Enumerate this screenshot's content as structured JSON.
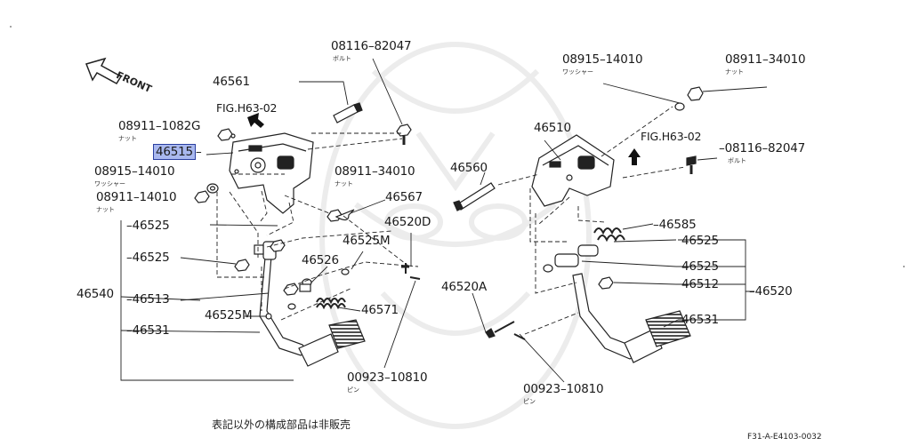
{
  "diagram": {
    "front_label": "FRONT",
    "note": "表記以外の構成部品は非販売",
    "drawing_code": "F31-A-E4103-0032",
    "parts": {
      "p08116_82047_a": {
        "num": "08116–82047",
        "sub": "ボルト"
      },
      "p46561": {
        "num": "46561"
      },
      "fig_h63_02_a": {
        "num": "FIG.H63-02"
      },
      "p08911_1082g": {
        "num": "08911–1082G",
        "sub": "ナット"
      },
      "p46515": {
        "num": "46515"
      },
      "p08915_14010_a": {
        "num": "08915–14010",
        "sub": "ワッシャー"
      },
      "p08911_14010": {
        "num": "08911–14010",
        "sub": "ナット"
      },
      "p08911_34010_a": {
        "num": "08911–34010",
        "sub": "ナット"
      },
      "p46567": {
        "num": "46567"
      },
      "p46520d": {
        "num": "46520D"
      },
      "p46525_l1": {
        "num": "46525"
      },
      "p46525m_a": {
        "num": "46525M"
      },
      "p46525_l2": {
        "num": "46525"
      },
      "p46526": {
        "num": "46526"
      },
      "p46540": {
        "num": "46540"
      },
      "p46513": {
        "num": "46513"
      },
      "p46525m_b": {
        "num": "46525M"
      },
      "p46571": {
        "num": "46571"
      },
      "p46531_l": {
        "num": "46531"
      },
      "p00923_10810_a": {
        "num": "00923–10810",
        "sub": "ピン"
      },
      "p08915_14010_b": {
        "num": "08915–14010",
        "sub": "ワッシャー"
      },
      "p08911_34010_b": {
        "num": "08911–34010",
        "sub": "ナット"
      },
      "p46510": {
        "num": "46510"
      },
      "fig_h63_02_b": {
        "num": "FIG.H63-02"
      },
      "p08116_82047_b": {
        "num": "08116–82047",
        "sub": "ボルト"
      },
      "p46560": {
        "num": "46560"
      },
      "p46585": {
        "num": "46585"
      },
      "p46525_r1": {
        "num": "46525"
      },
      "p46525_r2": {
        "num": "46525"
      },
      "p46512": {
        "num": "46512"
      },
      "p46520": {
        "num": "46520"
      },
      "p46520a": {
        "num": "46520A"
      },
      "p46531_r": {
        "num": "46531"
      },
      "p00923_10810_b": {
        "num": "00923–10810",
        "sub": "ピン"
      }
    }
  }
}
